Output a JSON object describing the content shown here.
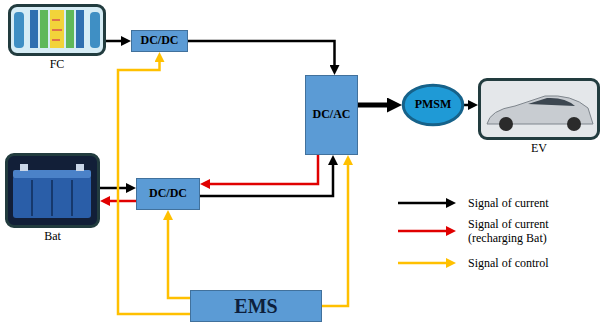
{
  "diagram": {
    "nodes": [
      {
        "text": [
          "FC"
        ]
      },
      {
        "text": [
          "DC/DC"
        ]
      },
      {
        "text": [
          "DC/AC"
        ]
      },
      {
        "text": [
          "PMSM"
        ]
      },
      {
        "text": [
          "EV"
        ]
      },
      {
        "text": [
          "Bat"
        ]
      },
      {
        "text": [
          "DC/DC"
        ]
      },
      {
        "text": [
          "EMS"
        ]
      }
    ],
    "edges": [
      {
        "from": 0,
        "to": 1,
        "arrow": "to"
      },
      {
        "from": 1,
        "to": 2,
        "arrow": "to"
      },
      {
        "from": 2,
        "to": 3,
        "arrow": "to"
      },
      {
        "from": 3,
        "to": 4,
        "arrow": "to"
      },
      {
        "from": 5,
        "to": 6,
        "arrow": "to"
      },
      {
        "from": 6,
        "to": 5,
        "arrow": "to"
      },
      {
        "from": 6,
        "to": 2,
        "arrow": "to"
      },
      {
        "from": 2,
        "to": 6,
        "arrow": "to"
      },
      {
        "from": 7,
        "to": 1,
        "arrow": "to"
      },
      {
        "from": 7,
        "to": 6,
        "arrow": "to"
      },
      {
        "from": 7,
        "to": 2,
        "arrow": "to"
      }
    ],
    "legend": [
      {
        "text": "Signal of current"
      },
      {
        "text": "Signal of current (recharging Bat)"
      },
      {
        "text": "Signal of control"
      }
    ]
  }
}
